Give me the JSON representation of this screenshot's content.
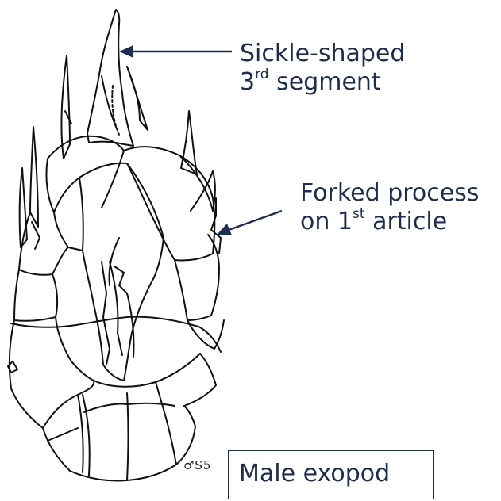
{
  "labels": {
    "sickle": {
      "line1": "Sickle-shaped",
      "line2_prefix": "3",
      "line2_sup": "rd",
      "line2_suffix": " segment"
    },
    "forked": {
      "line1": "Forked process",
      "line2_prefix": "on 1",
      "line2_sup": "st",
      "line2_suffix": " article"
    },
    "caption": "Male exopod",
    "artist_initials": "♂S5"
  },
  "colors": {
    "annotation": "#1f2d4d",
    "drawing": "#111111"
  }
}
